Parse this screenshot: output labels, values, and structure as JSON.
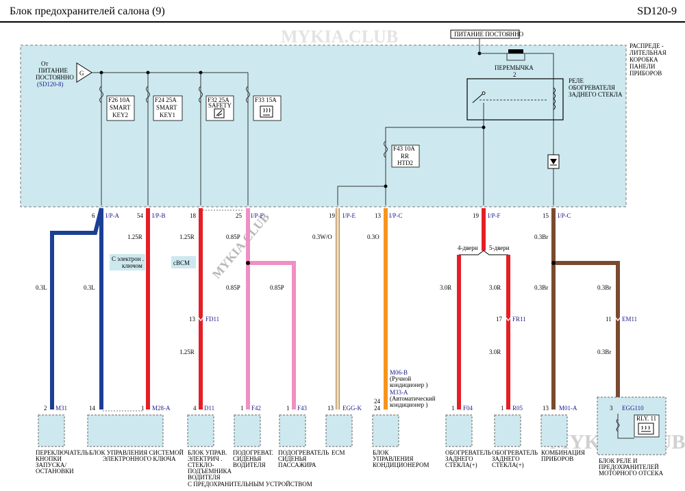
{
  "header": {
    "title": "Блок  предохранителей    салона (9)",
    "code": "SD120-9"
  },
  "watermark": {
    "top": "MYKIA.CLUB",
    "diag": "MYKIA.CLUB",
    "bottom": "MYKIA.CLUB"
  },
  "power": {
    "constant_label": "ПИТАНИЕ ПОСТОЯННО",
    "source_from": "От",
    "source_l1": "ПИТАНИЕ",
    "source_l2": "ПОСТОЯННО",
    "source_ref": "(SD120-8)",
    "g_symbol": "G"
  },
  "junction_box": {
    "l1": "РАСПРЕДЕ -",
    "l2": "ЛИТЕЛЬНАЯ",
    "l3": "КОРОБКА",
    "l4": "ПАНЕЛИ",
    "l5": "ПРИБОРОВ"
  },
  "jumper": {
    "name": "ПЕРЕМЫЧКА",
    "num": "2"
  },
  "relay": {
    "l1": "РЕЛЕ",
    "l2": "ОБОГРЕВАТЕЛЯ",
    "l3": "ЗАДНЕГО СТЕКЛА"
  },
  "fuses": [
    {
      "id": "F26 10A",
      "l1": "SMART",
      "l2": "KEY2"
    },
    {
      "id": "F24 25A",
      "l1": "SMART",
      "l2": "KEY1"
    },
    {
      "id": "F32 25A",
      "l1": "SAFETY",
      "l2": ""
    },
    {
      "id": "F33 15A",
      "l1": "",
      "l2": ""
    },
    {
      "id": "F43 10A",
      "l1": "RR",
      "l2": "HTD2"
    }
  ],
  "top_connectors": [
    {
      "pin": "6",
      "conn": "I/P-A"
    },
    {
      "pin": "54",
      "conn": "I/P-B"
    },
    {
      "pin": "18",
      "conn": ""
    },
    {
      "pin": "25",
      "conn": "I/P-F"
    },
    {
      "pin": "19",
      "conn": "I/P-E"
    },
    {
      "pin": "13",
      "conn": "I/P-C"
    },
    {
      "pin": "19",
      "conn": "I/P-F"
    },
    {
      "pin": "15",
      "conn": "I/P-C"
    }
  ],
  "wires": {
    "w1": "0.3L",
    "w2": "0.3L",
    "w3": "1.25R",
    "w4": "1.25R",
    "w4b": "1.25R",
    "w5": "0.85P",
    "w5b": "0.85P",
    "w6": "0.85P",
    "w7": "0.3W/O",
    "w8": "0.3O",
    "w9": "3.0R",
    "w10": "3.0R",
    "w10b": "3.0R",
    "w11": "0.3Br",
    "w11b": "0.3Br",
    "w12": "0.3Br"
  },
  "notes": {
    "smart_key_l1": "С электрон .",
    "smart_key_l2": "ключом",
    "cbcm": "cBCM",
    "door4": "4-двери",
    "door5": "5-двери"
  },
  "mid_connectors": [
    {
      "pin": "13",
      "conn": "FD11"
    },
    {
      "pin": "17",
      "conn": "FR11"
    },
    {
      "pin": "11",
      "conn": "EM11"
    }
  ],
  "ac": {
    "m06": "M06-B",
    "m06_desc": "(Ручной",
    "m06_desc2": "кондиционер  )",
    "m33": "M33-A",
    "m33_desc": "(Автоматический",
    "m33_desc2": "кондиционер  )",
    "pin_a": "24",
    "pin_b": "24"
  },
  "bottom_connectors": [
    {
      "pin": "2",
      "conn": "M31"
    },
    {
      "pin": "14",
      "conn": ""
    },
    {
      "pin": "1",
      "conn": "M28-A"
    },
    {
      "pin": "4",
      "conn": "D11"
    },
    {
      "pin": "1",
      "conn": "F42"
    },
    {
      "pin": "1",
      "conn": "F43"
    },
    {
      "pin": "13",
      "conn": "EGG-K"
    },
    {
      "pin": "1",
      "conn": "F04"
    },
    {
      "pin": "1",
      "conn": "R05"
    },
    {
      "pin": "13",
      "conn": "M01-A"
    },
    {
      "pin": "3",
      "conn": "EGG110"
    }
  ],
  "egg_relay": {
    "name": "RLY. 11"
  },
  "components": [
    {
      "l1": "ПЕРЕКЛЮЧАТЕЛЬ",
      "l2": "КНОПКИ",
      "l3": "ЗАПУСКА/",
      "l4": "ОСТАНОВКИ",
      "l5": ""
    },
    {
      "l1": "БЛОК  УПРАВЛЕНИЯ  СИСТЕМОЙ",
      "l2": "ЭЛЕКТРОННОГО  КЛЮЧА",
      "l3": "",
      "l4": "",
      "l5": ""
    },
    {
      "l1": "БЛОК  УПРАВ.",
      "l2": "ЭЛЕКТРИЧ .",
      "l3": "СТЕКЛО-",
      "l4": "ПОДЪЕМНИКА",
      "l5": "ВОДИТЕЛЯ"
    },
    {
      "l1": "ПОДОГРЕВАТ.",
      "l2": "СИДЕНЬЯ",
      "l3": "ВОДИТЕЛЯ",
      "l4": "",
      "l5": ""
    },
    {
      "l1": "ПОДОГРЕВАТЕЛЬ",
      "l2": "СИДЕНЬЯ",
      "l3": "ПАССАЖИРА",
      "l4": "",
      "l5": ""
    },
    {
      "l1": "ECM",
      "l2": "",
      "l3": "",
      "l4": "",
      "l5": ""
    },
    {
      "l1": "БЛОК",
      "l2": "УПРАВЛЕНИЯ",
      "l3": "КОНДИЦИОНЕРОМ",
      "l4": "",
      "l5": ""
    },
    {
      "l1": "ОБОГРЕВАТЕЛЬ",
      "l2": "ЗАДНЕГО",
      "l3": "СТЕКЛА(+)",
      "l4": "",
      "l5": ""
    },
    {
      "l1": "ОБОГРЕВАТЕЛЬ",
      "l2": "ЗАДНЕГО",
      "l3": "СТЕКЛА(+)",
      "l4": "",
      "l5": ""
    },
    {
      "l1": "КОМБИНАЦИЯ",
      "l2": "ПРИБОРОВ",
      "l3": "",
      "l4": "",
      "l5": ""
    },
    {
      "l1": "БЛОК  РЕЛЕ  И",
      "l2": "ПРЕДОХРАНИТЕЛЕЙ",
      "l3": "МОТОРНОГО  ОТСЕКА",
      "l4": "",
      "l5": ""
    }
  ],
  "footnote": "С ПРЕДОХРАНИТЕЛЬНЫМ  УСТРОЙСТВОМ",
  "colors": {
    "box_fill": "#cde9ef",
    "blue": "#1b3f95",
    "red": "#e51e25",
    "pink": "#ef8fc4",
    "orange": "#f7941d",
    "brown": "#7a4a2f",
    "white_orange": "#f3dcb8",
    "conn_text": "#1a1a8c"
  }
}
